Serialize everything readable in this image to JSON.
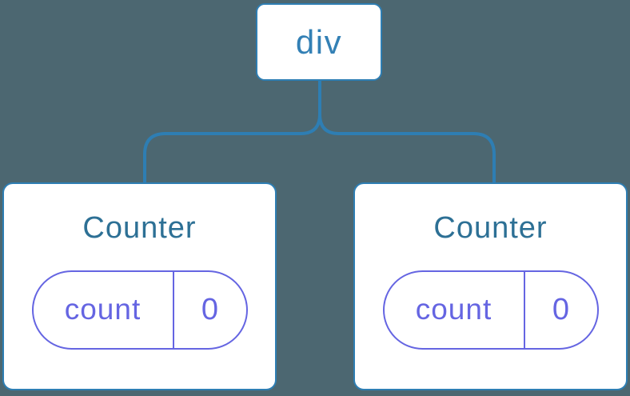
{
  "diagram": {
    "root_node": {
      "label": "div"
    },
    "children": [
      {
        "title": "Counter",
        "state": {
          "key": "count",
          "value": "0"
        }
      },
      {
        "title": "Counter",
        "state": {
          "key": "count",
          "value": "0"
        }
      }
    ],
    "colors": {
      "background": "#4C6771",
      "card_background": "#FFFFFF",
      "blue_accent": "#2E7EB3",
      "root_label_color": "#3380B5",
      "title_color": "#2D7095",
      "purple_accent": "#6565E2"
    }
  }
}
